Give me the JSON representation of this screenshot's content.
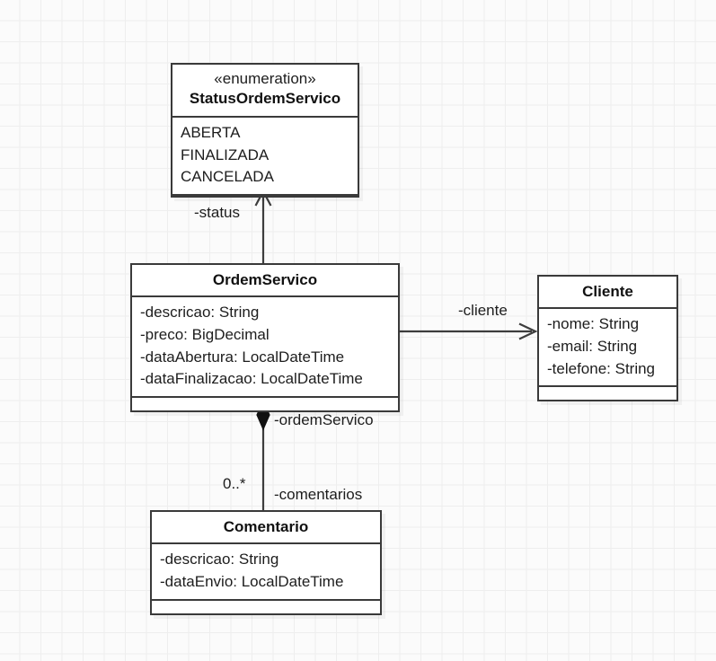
{
  "diagram": {
    "type": "uml-class-diagram",
    "title": "",
    "background_color": "#fbfbfb",
    "grid_color": "#eeeeee",
    "border_color": "#3a3a3a",
    "box_fill": "#ffffff"
  },
  "classes": {
    "status_ordem_servico": {
      "stereotype": "«enumeration»",
      "name": "StatusOrdemServico",
      "attributes": [
        "ABERTA",
        "FINALIZADA",
        "CANCELADA"
      ],
      "methods": []
    },
    "ordem_servico": {
      "stereotype": "",
      "name": "OrdemServico",
      "attributes": [
        "-descricao: String",
        "-preco: BigDecimal",
        "-dataAbertura: LocalDateTime",
        "-dataFinalizacao: LocalDateTime"
      ],
      "methods": []
    },
    "cliente": {
      "stereotype": "",
      "name": "Cliente",
      "attributes": [
        "-nome: String",
        "-email: String",
        "-telefone: String"
      ],
      "methods": []
    },
    "comentario": {
      "stereotype": "",
      "name": "Comentario",
      "attributes": [
        "-descricao: String",
        "-dataEnvio: LocalDateTime"
      ],
      "methods": []
    }
  },
  "relationships": {
    "status": {
      "label": "-status",
      "from": "OrdemServico",
      "to": "StatusOrdemServico",
      "kind": "association",
      "arrowhead": "open",
      "multiplicity": ""
    },
    "cliente": {
      "label": "-cliente",
      "from": "OrdemServico",
      "to": "Cliente",
      "kind": "association",
      "arrowhead": "open",
      "multiplicity": ""
    },
    "ordem_servico_end": {
      "label": "-ordemServico",
      "from": "Comentario",
      "to": "OrdemServico",
      "kind": "composition",
      "arrowhead": "filled-diamond",
      "multiplicity": ""
    },
    "comentarios_end": {
      "label": "-comentarios",
      "from": "OrdemServico",
      "to": "Comentario",
      "kind": "composition",
      "arrowhead": "none",
      "multiplicity": "0..*"
    }
  }
}
